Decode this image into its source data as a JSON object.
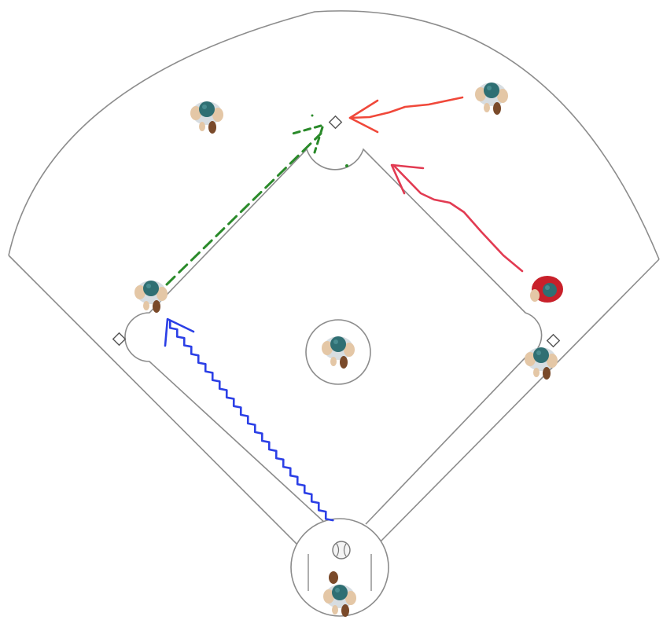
{
  "diagram": {
    "colors": {
      "field_line": "#8c8c8c",
      "background": "#ffffff",
      "throw_arrow": "#2a8a2a",
      "runner_arrow_top": "#f0483a",
      "runner_arrow_right": "#e23b52",
      "batted_ball_arrow": "#2b3fe6",
      "defense_cap": "#2f6f73",
      "defense_jersey": "#c9d0d6",
      "offense_helmet": "#c8202a",
      "glove": "#7a4a2a"
    },
    "players": [
      {
        "id": "left-fielder",
        "team": "defense"
      },
      {
        "id": "right-fielder",
        "team": "defense"
      },
      {
        "id": "second-baseman",
        "team": "defense"
      },
      {
        "id": "pitcher",
        "team": "defense"
      },
      {
        "id": "first-baseman",
        "team": "defense"
      },
      {
        "id": "catcher",
        "team": "defense"
      },
      {
        "id": "runner",
        "team": "offense"
      }
    ],
    "icons": [
      "baseball-icon"
    ]
  }
}
